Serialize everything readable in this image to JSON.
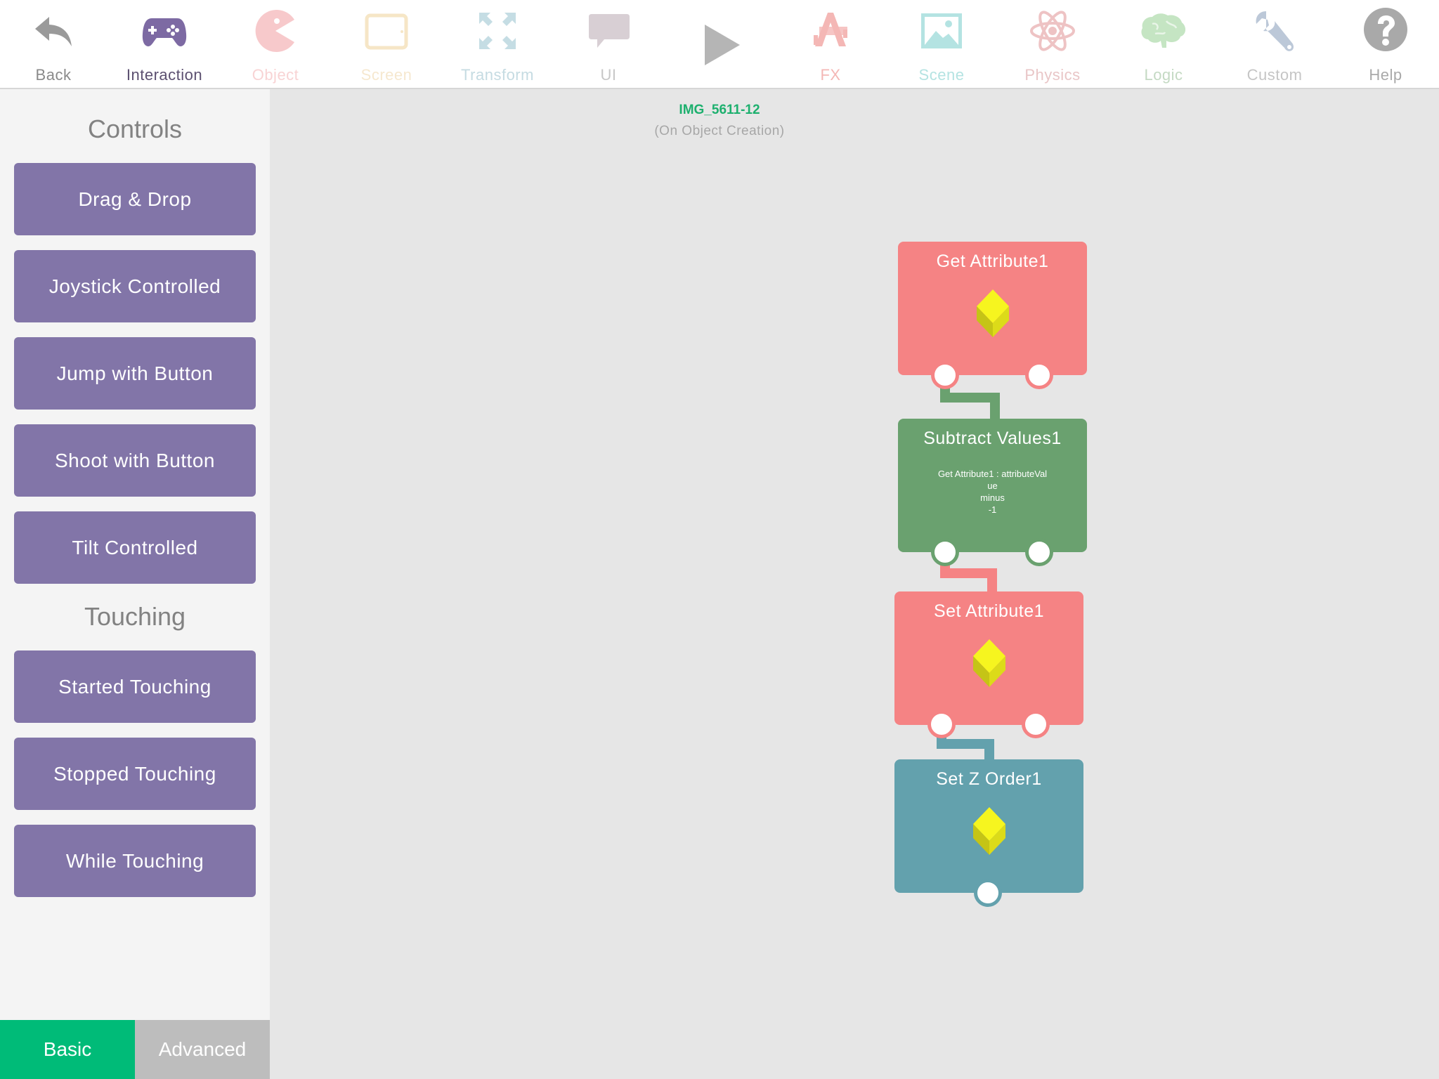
{
  "toolbar": {
    "items": [
      {
        "label": "Back",
        "icon": "back-arrow-icon",
        "color": "#9a9a9a",
        "label_color": "#8a8a8a"
      },
      {
        "label": "Interaction",
        "icon": "gamepad-icon",
        "color": "#7d6aa3",
        "label_color": "#5c5070"
      },
      {
        "label": "Object",
        "icon": "pacman-icon",
        "color": "#f7c9cb",
        "label_color": "#f8d3d4"
      },
      {
        "label": "Screen",
        "icon": "tablet-icon",
        "color": "#f6e6c6",
        "label_color": "#f6e8cf"
      },
      {
        "label": "Transform",
        "icon": "expand-arrows-icon",
        "color": "#c5dde4",
        "label_color": "#c5dbe2"
      },
      {
        "label": "UI",
        "icon": "speech-bubble-icon",
        "color": "#d8cfd4",
        "label_color": "#c7c7c7"
      },
      {
        "label": "",
        "icon": "play-icon",
        "color": "#b5b5b5",
        "label_color": "#b5b5b5"
      },
      {
        "label": "FX",
        "icon": "fx-icon",
        "color": "#f4b7b5",
        "label_color": "#f4b7b5"
      },
      {
        "label": "Scene",
        "icon": "image-icon",
        "color": "#b4e3e2",
        "label_color": "#b4e3e2"
      },
      {
        "label": "Physics",
        "icon": "atom-icon",
        "color": "#eec3c4",
        "label_color": "#e9c6c7"
      },
      {
        "label": "Logic",
        "icon": "brain-icon",
        "color": "#c5e5c3",
        "label_color": "#c4d9c3"
      },
      {
        "label": "Custom",
        "icon": "wrench-icon",
        "color": "#bcc8d8",
        "label_color": "#c5c5c5"
      },
      {
        "label": "Help",
        "icon": "help-icon",
        "color": "#a9a9a9",
        "label_color": "#a9a9a9"
      }
    ]
  },
  "palette": {
    "controls_title": "Controls",
    "controls": [
      "Drag & Drop",
      "Joystick Controlled",
      "Jump with Button",
      "Shoot with Button",
      "Tilt Controlled"
    ],
    "touching_title": "Touching",
    "touching": [
      "Started Touching",
      "Stopped Touching",
      "While Touching"
    ],
    "tabs": {
      "basic": "Basic",
      "advanced": "Advanced"
    }
  },
  "canvas": {
    "object_name": "IMG_5611-12",
    "event_name": "(On Object Creation)",
    "nodes": [
      {
        "title": "Get Attribute1",
        "color": "#f58384",
        "has_gem": true
      },
      {
        "title": "Subtract Values1",
        "color": "#6aa16f",
        "body": [
          "Get Attribute1 : attributeVal",
          "ue",
          "minus",
          "-1"
        ]
      },
      {
        "title": "Set Attribute1",
        "color": "#f58384",
        "has_gem": true
      },
      {
        "title": "Set Z Order1",
        "color": "#63a1ad",
        "has_gem": true
      }
    ]
  }
}
